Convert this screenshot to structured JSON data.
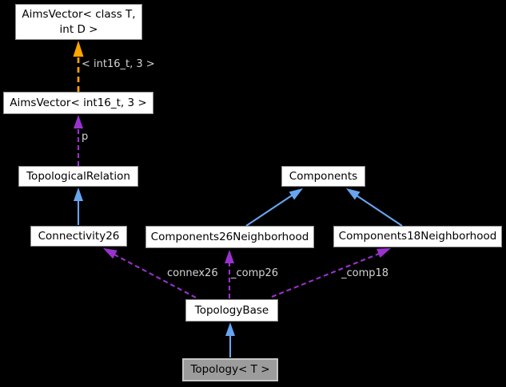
{
  "diagram": {
    "kind": "class-collaboration-graph",
    "nodes": {
      "aims_vector_template": {
        "line1": "AimsVector< class T,",
        "line2": "int D >"
      },
      "aims_vector_int16": {
        "label": "AimsVector< int16_t, 3 >"
      },
      "topological_relation": {
        "label": "TopologicalRelation"
      },
      "connectivity26": {
        "label": "Connectivity26"
      },
      "components": {
        "label": "Components"
      },
      "components26_neighborhood": {
        "label": "Components26Neighborhood"
      },
      "components18_neighborhood": {
        "label": "Components18Neighborhood"
      },
      "topology_base": {
        "label": "TopologyBase"
      },
      "topology": {
        "label": "Topology< T >",
        "highlighted": true
      }
    },
    "edge_labels": {
      "template_args": "< int16_t, 3 >",
      "p": "p",
      "connex26": "connex26",
      "comp26": "_comp26",
      "comp18": "_comp18"
    },
    "colors": {
      "background": "#000000",
      "inheritance_edge": "#68a5f0",
      "usage_edge": "#9a32cd",
      "template_edge": "#ffa500",
      "node_fill": "#ffffff",
      "node_border": "#909090",
      "node_text": "#000000",
      "highlight_fill": "#9c9c9c",
      "highlight_border": "#c6c6c6",
      "edge_label_text": "#d4d4d4"
    }
  }
}
